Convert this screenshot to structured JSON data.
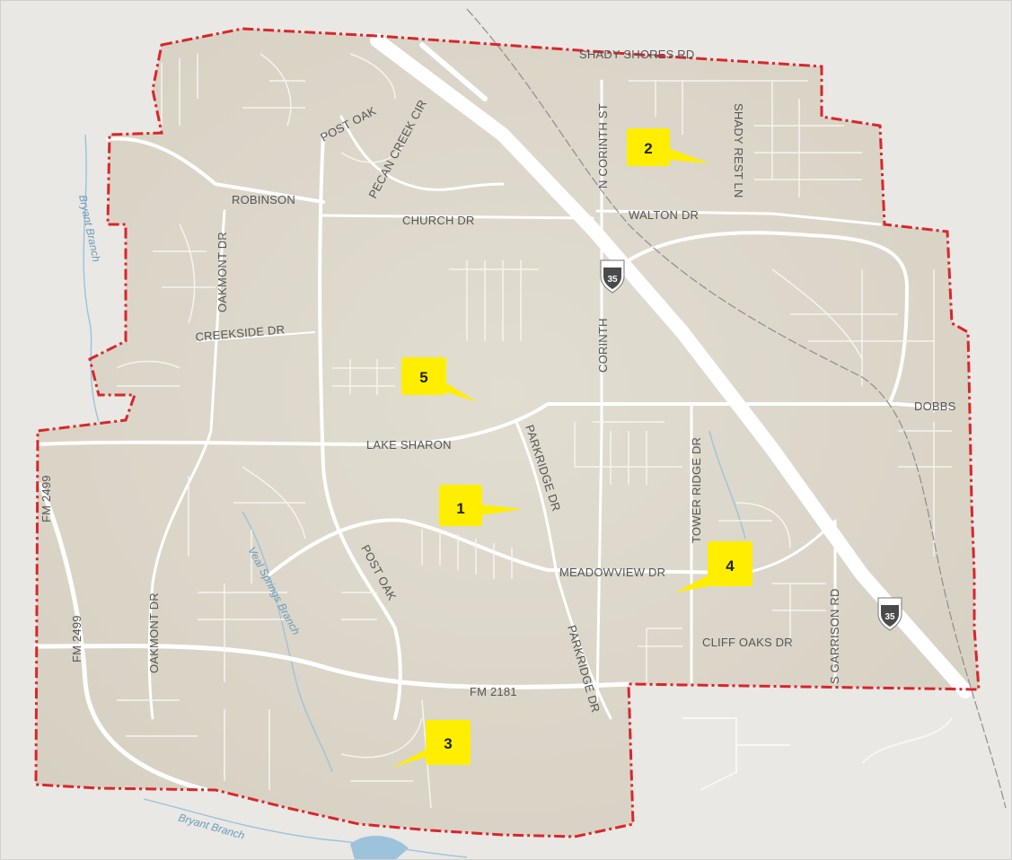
{
  "map": {
    "street_labels": [
      "SHADY SHORES RD",
      "POST OAK",
      "PECAN CREEK CIR",
      "N CORINTH ST",
      "SHADY REST LN",
      "ROBINSON",
      "OAKMONT DR",
      "CHURCH DR",
      "WALTON DR",
      "CREEKSIDE DR",
      "CORINTH",
      "DOBBS",
      "LAKE SHARON",
      "PARKRIDGE DR",
      "TOWER RIDGE DR",
      "FM 2499",
      "POST OAK",
      "MEADOWVIEW DR",
      "OAKMONT DR",
      "FM 2499",
      "S GARRISON RD",
      "CLIFF OAKS DR",
      "FM 2181",
      "PARKRIDGE DR"
    ],
    "water_labels": [
      "Bryant Branch",
      "Veal Springs Branch",
      "Bryant Branch"
    ],
    "highway_shields": [
      "35",
      "35"
    ],
    "callouts": [
      {
        "number": "1"
      },
      {
        "number": "2"
      },
      {
        "number": "3"
      },
      {
        "number": "4"
      },
      {
        "number": "5"
      }
    ],
    "colors": {
      "boundary": "#d9262b",
      "land_inside": "#ddd8cb",
      "land_outside": "#e9e8e4",
      "roads": "#ffffff",
      "water": "#7fb0d3",
      "callout_fill": "#ffee00"
    }
  }
}
